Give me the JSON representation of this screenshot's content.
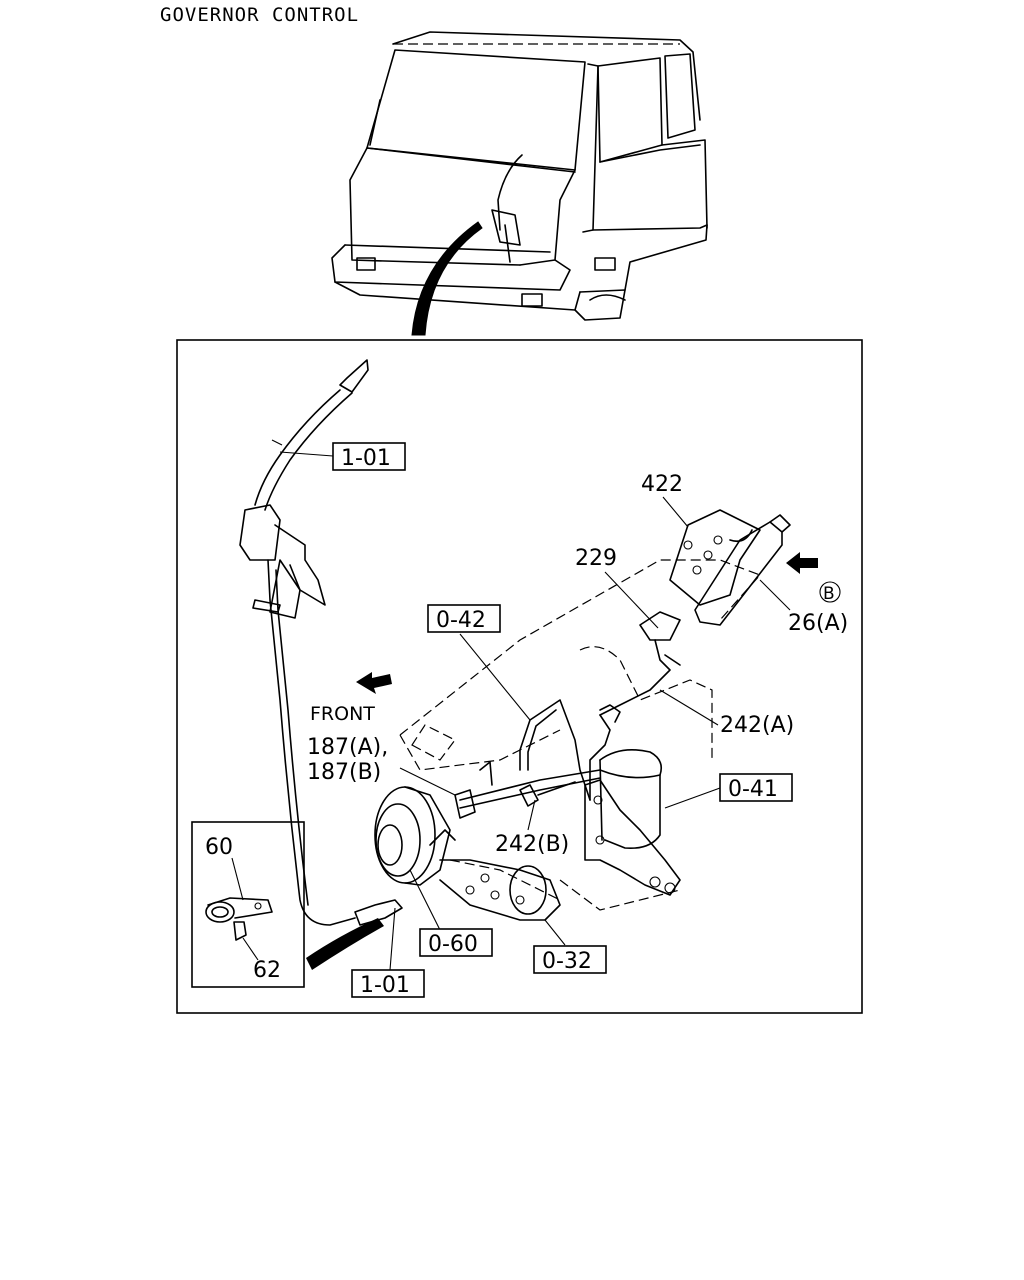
{
  "title": "GOVERNOR CONTROL",
  "callouts": {
    "c1": "1-01",
    "c2": "422",
    "c3": "229",
    "c4": "B",
    "c5": "26(A)",
    "c6": "0-42",
    "c7": "FRONT",
    "c8": "242(A)",
    "c9": "187(A),",
    "c10": "187(B)",
    "c11": "0-41",
    "c12": "60",
    "c13": "242(B)",
    "c14": "0-60",
    "c15": "0-32",
    "c16": "62",
    "c17": "1-01"
  }
}
